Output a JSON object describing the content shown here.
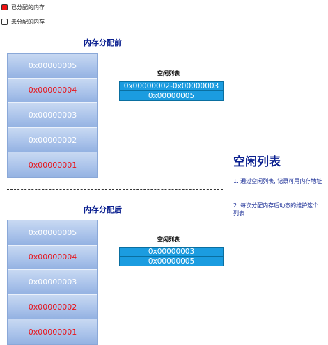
{
  "legend": {
    "allocated_label": "已分配的内存",
    "free_label": "未分配的内存",
    "allocated_color": "#ee1111",
    "free_color": "#ffffff"
  },
  "before": {
    "title": "内存分配前",
    "blocks": [
      {
        "label": "0x00000005",
        "state": "free"
      },
      {
        "label": "0x00000004",
        "state": "allocated"
      },
      {
        "label": "0x00000003",
        "state": "free"
      },
      {
        "label": "0x00000002",
        "state": "free"
      },
      {
        "label": "0x00000001",
        "state": "allocated"
      }
    ],
    "free_list_title": "空闲列表",
    "free_list": [
      "0x00000002-0x00000003",
      "0x00000005"
    ]
  },
  "after": {
    "title": "内存分配后",
    "blocks": [
      {
        "label": "0x00000005",
        "state": "free"
      },
      {
        "label": "0x00000004",
        "state": "allocated"
      },
      {
        "label": "0x00000003",
        "state": "free"
      },
      {
        "label": "0x00000002",
        "state": "allocated"
      },
      {
        "label": "0x00000001",
        "state": "allocated"
      }
    ],
    "free_list_title": "空闲列表",
    "free_list": [
      "0x00000003",
      "0x00000005"
    ]
  },
  "side": {
    "title": "空闲列表",
    "notes": [
      "1. 通过空闲列表, 记录可用内存地址",
      "2. 每次分配内存后动态的维护这个列表"
    ]
  }
}
